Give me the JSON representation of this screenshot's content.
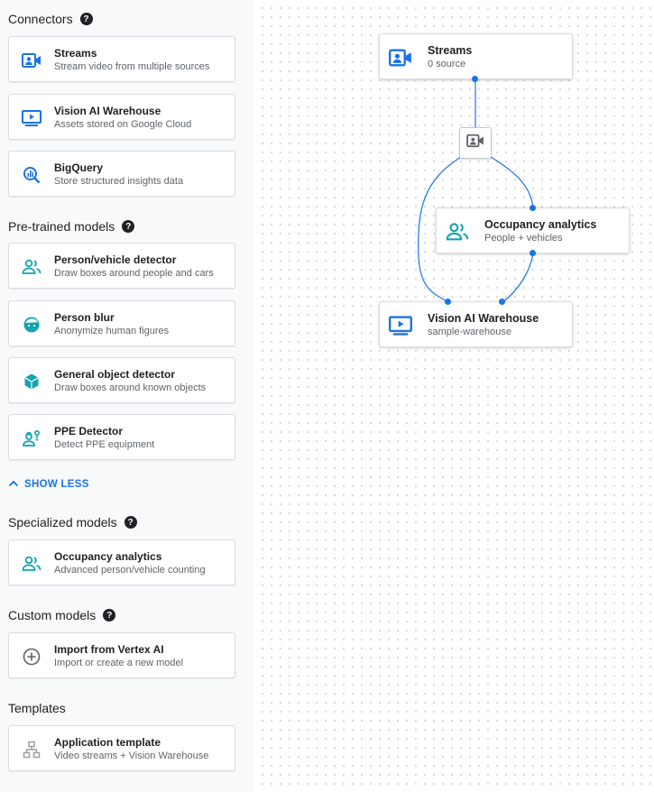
{
  "sidebar": {
    "connectors": {
      "title": "Connectors",
      "items": [
        {
          "label": "Streams",
          "desc": "Stream video from multiple sources",
          "icon": "video-camera-icon"
        },
        {
          "label": "Vision AI Warehouse",
          "desc": "Assets stored on Google Cloud",
          "icon": "play-screen-icon"
        },
        {
          "label": "BigQuery",
          "desc": "Store structured insights data",
          "icon": "bigquery-icon"
        }
      ]
    },
    "pretrained": {
      "title": "Pre-trained models",
      "items": [
        {
          "label": "Person/vehicle detector",
          "desc": "Draw boxes around people and cars",
          "icon": "people-icon"
        },
        {
          "label": "Person blur",
          "desc": "Anonymize human figures",
          "icon": "face-icon"
        },
        {
          "label": "General object detector",
          "desc": "Draw boxes around known objects",
          "icon": "cube-icon"
        },
        {
          "label": "PPE Detector",
          "desc": "Detect PPE equipment",
          "icon": "ppe-icon"
        }
      ]
    },
    "show_less": "SHOW LESS",
    "specialized": {
      "title": "Specialized models",
      "items": [
        {
          "label": "Occupancy analytics",
          "desc": "Advanced person/vehicle counting",
          "icon": "people-icon"
        }
      ]
    },
    "custom": {
      "title": "Custom models",
      "items": [
        {
          "label": "Import from Vertex AI",
          "desc": "Import or create a new model",
          "icon": "add-circle-icon"
        }
      ]
    },
    "templates": {
      "title": "Templates",
      "items": [
        {
          "label": "Application template",
          "desc": "Video streams + Vision Warehouse",
          "icon": "hierarchy-icon"
        }
      ]
    }
  },
  "canvas": {
    "nodes": {
      "streams": {
        "title": "Streams",
        "subtitle": "0 source"
      },
      "occupancy": {
        "title": "Occupancy analytics",
        "subtitle": "People + vehicles"
      },
      "warehouse": {
        "title": "Vision AI Warehouse",
        "subtitle": "sample-warehouse"
      }
    },
    "colors": {
      "accent": "#1a73e8",
      "teal": "#12a4af"
    }
  }
}
